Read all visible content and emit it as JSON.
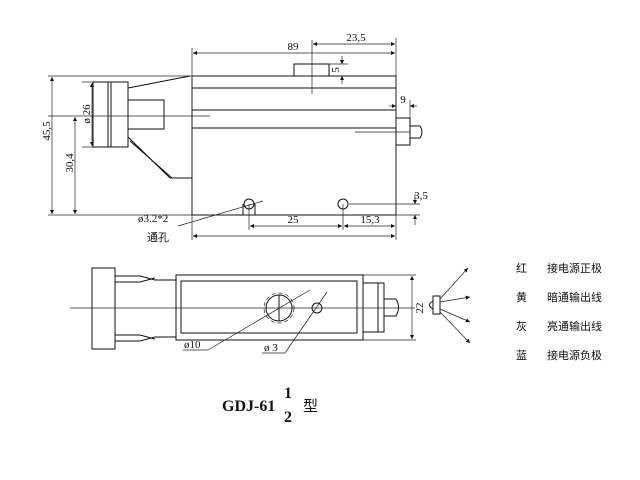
{
  "top_view": {
    "dims": {
      "length_total": "89",
      "length_top": "23,5",
      "tab_height": "5",
      "lens_diameter": "ø 26",
      "height_total": "45,5",
      "axis_height": "30,4",
      "connector": "9",
      "hole_offset": "3,5",
      "hole_spacing": "25",
      "hole_to_end": "15,3"
    },
    "hole_label": "ø3.2*2",
    "hole_note": "通孔"
  },
  "bottom_view": {
    "dims": {
      "width": "22",
      "big_hole": "ø10",
      "small_hole": "ø 3"
    }
  },
  "wires": [
    {
      "color": "红",
      "function": "接电源正极"
    },
    {
      "color": "黄",
      "function": "暗通输出线"
    },
    {
      "color": "灰",
      "function": "亮通输出线"
    },
    {
      "color": "蓝",
      "function": "接电源负极"
    }
  ],
  "title": {
    "model": "GDJ-61",
    "numerator": "1",
    "denominator": "2",
    "suffix": "型"
  }
}
